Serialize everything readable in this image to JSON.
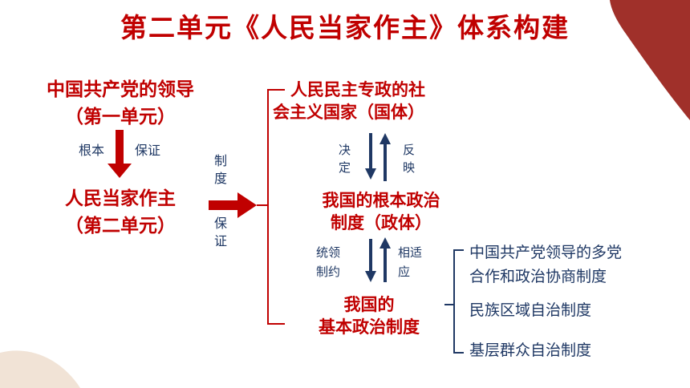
{
  "title": "第二单元《人民当家作主》体系构建",
  "left": {
    "top_line1": "中国共产党的领导",
    "top_line2": "（第一单元）",
    "arrow_left_label": "根本",
    "arrow_right_label": "保证",
    "bottom_line1": "人民当家作主",
    "bottom_line2": "（第二单元）"
  },
  "connector": {
    "upper_label": "制度",
    "lower_label": "保证"
  },
  "middle": {
    "guoti_line1": "人民民主专政的社",
    "guoti_line2": "会主义国家（国体）",
    "rel1_left": "决定",
    "rel1_right": "反映",
    "zhengti_line1": "我国的根本政治",
    "zhengti_line2": "制度（政体）",
    "rel2_left_line1": "统领",
    "rel2_left_line2": "制约",
    "rel2_right_line1": "相适",
    "rel2_right_line2": "应",
    "basic_line1": "我国的",
    "basic_line2": "基本政治制度"
  },
  "right": {
    "item1_line1": "中国共产党领导的多党",
    "item1_line2": "合作和政治协商制度",
    "item2": "民族区域自治制度",
    "item3": "基层群众自治制度"
  },
  "colors": {
    "red": "#c00000",
    "navy": "#1f3864",
    "decor_red": "#a0302a",
    "decor_beige": "#f1e3d6"
  }
}
